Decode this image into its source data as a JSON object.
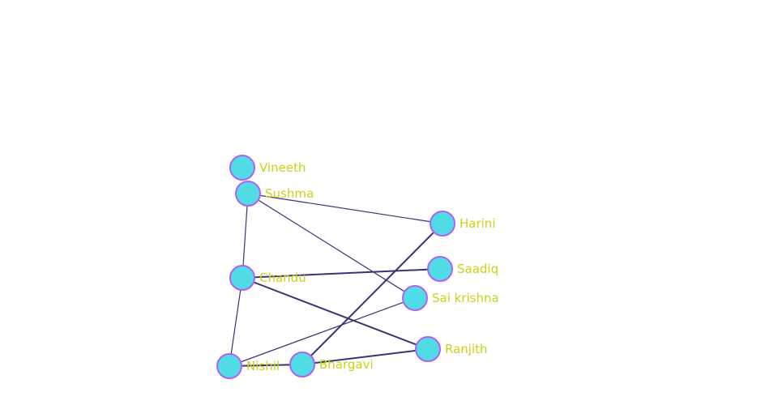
{
  "graph": {
    "type": "network",
    "style": {
      "node_fill": "#4fdce4",
      "node_stroke": "#b45ff0",
      "edge_color": "#3b3276",
      "label_color": "#c9d316"
    },
    "nodes": [
      {
        "id": "vineeth",
        "label": "Vineeth"
      },
      {
        "id": "sushma",
        "label": "Sushma"
      },
      {
        "id": "harini",
        "label": "Harini"
      },
      {
        "id": "saadiq",
        "label": "Saadiq"
      },
      {
        "id": "chandu",
        "label": "Chandu"
      },
      {
        "id": "sai-krishna",
        "label": "Sai krishna"
      },
      {
        "id": "ranjith",
        "label": "Ranjith"
      },
      {
        "id": "nishil",
        "label": "Nishil"
      },
      {
        "id": "bhargavi",
        "label": "Bhargavi"
      }
    ],
    "edges": [
      {
        "source": "sushma",
        "target": "harini",
        "weight": 1
      },
      {
        "source": "sushma",
        "target": "sai-krishna",
        "weight": 1
      },
      {
        "source": "sushma",
        "target": "chandu",
        "weight": 1
      },
      {
        "source": "chandu",
        "target": "saadiq",
        "weight": 2
      },
      {
        "source": "chandu",
        "target": "ranjith",
        "weight": 2
      },
      {
        "source": "chandu",
        "target": "nishil",
        "weight": 1
      },
      {
        "source": "harini",
        "target": "bhargavi",
        "weight": 2
      },
      {
        "source": "sai-krishna",
        "target": "nishil",
        "weight": 1
      },
      {
        "source": "nishil",
        "target": "bhargavi",
        "weight": 2
      },
      {
        "source": "bhargavi",
        "target": "ranjith",
        "weight": 2
      }
    ]
  }
}
